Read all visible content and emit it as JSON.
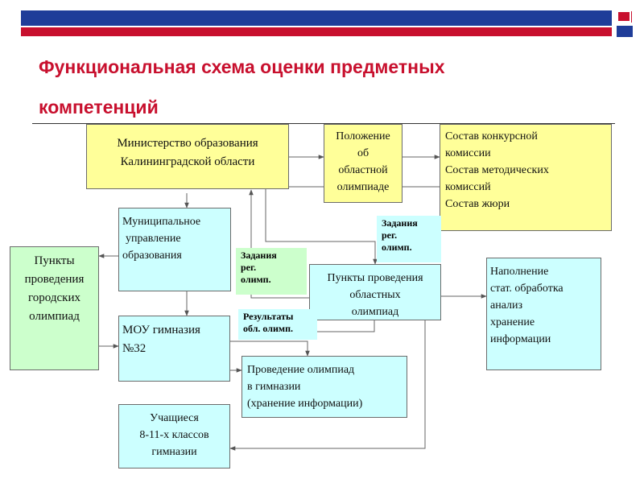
{
  "header": {
    "title_line1": "Функциональная схема оценки предметных",
    "title_line2": "компетенций",
    "colors": {
      "accent_red": "#c8102e",
      "accent_blue": "#1f3d99"
    }
  },
  "diagram": {
    "ministry": [
      "Министерство образования",
      "Калининградской области"
    ],
    "regulation": [
      "Положение",
      "об",
      "областной",
      "олимпиаде"
    ],
    "commissions": [
      "Состав конкурсной",
      "комиссии",
      "Состав методических",
      "комиссий",
      "Состав жюри"
    ],
    "municipal": [
      "Муниципальное",
      "управление",
      "образования"
    ],
    "city_points": [
      "Пункты",
      "проведения",
      "городских",
      "олимпиад"
    ],
    "regional_points": [
      "Пункты проведения",
      "областных",
      "олимпиад"
    ],
    "processing": [
      "Наполнение",
      "стат. обработка",
      "анализ",
      "хранение",
      "информации"
    ],
    "gymnasium": [
      "МОУ гимназия",
      "№32"
    ],
    "conducting": [
      "Проведение олимпиад",
      "в гимназии",
      "(хранение информации)"
    ],
    "students": [
      "Учащиеся",
      "8-11-х классов",
      "гимназии"
    ],
    "tag_tasks_top": [
      "Задания",
      "рег.",
      "олимп."
    ],
    "tag_tasks_mid": [
      "Задания",
      "рег.",
      "олимп."
    ],
    "tag_results": [
      "Результаты",
      "обл. олимп."
    ]
  }
}
